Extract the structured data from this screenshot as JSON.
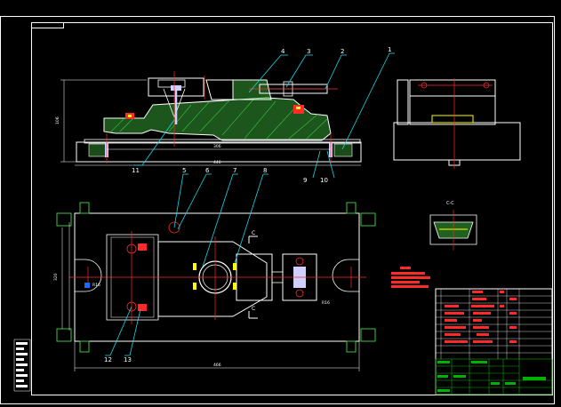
{
  "drawing": {
    "colors": {
      "background": "#000000",
      "outline": "#ffffff",
      "frame": "#ffffff",
      "centerline": "#ff2a2a",
      "hatch": "#3fbf3f",
      "fastener": "#d0d0ff",
      "leader": "#19d6e6",
      "dimension": "#ffffff",
      "title_block": "#ff2a2a",
      "title_block_grid": "#00b000",
      "notes": "#ff2a2a",
      "bolt_mark": "#ffff00",
      "blue_marker": "#1a6bff"
    },
    "balloons": {
      "front": [
        "4",
        "3",
        "2",
        "1",
        "11",
        "9",
        "10"
      ],
      "top": [
        "5",
        "6",
        "7",
        "8",
        "12",
        "13"
      ]
    },
    "dimensions": {
      "front_width": "446",
      "front_inner": "306",
      "front_height": "106",
      "top_width": "466",
      "top_height": "320",
      "hole_note_left": "R16",
      "hole_note_right": "R16"
    },
    "section_marks": [
      "C",
      "C"
    ],
    "section_title": "C-C"
  }
}
